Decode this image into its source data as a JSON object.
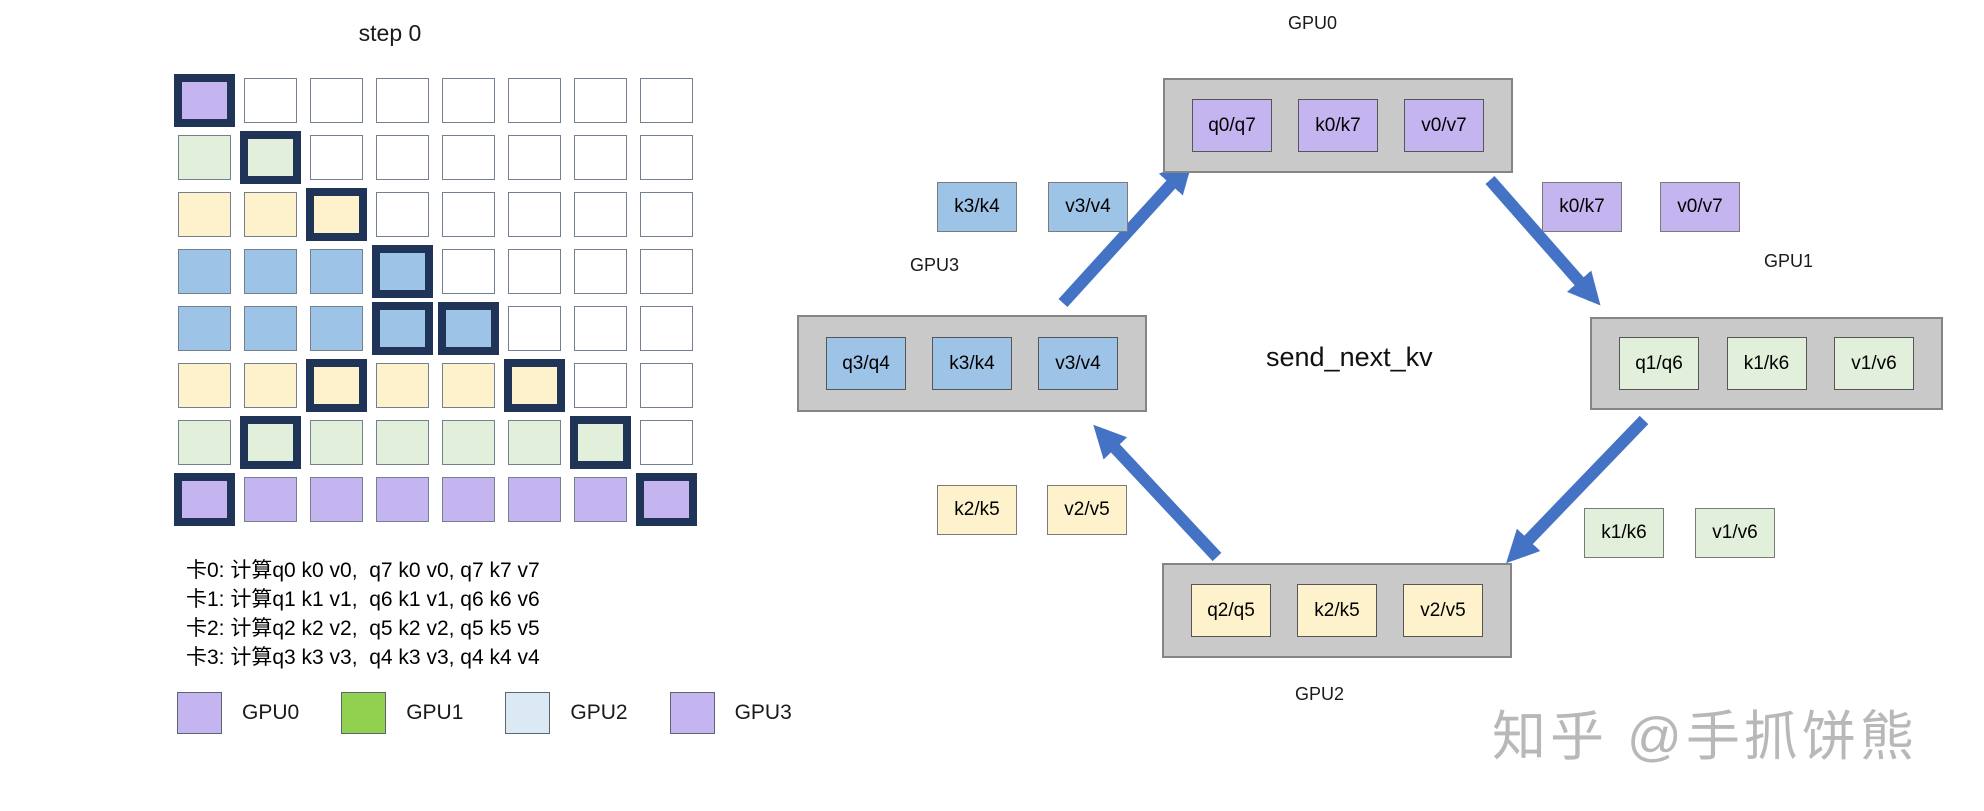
{
  "left": {
    "title": "step 0",
    "grid": {
      "colors": {
        "P": "#c4b5f0",
        "G": "#e2efda",
        "Y": "#fdf2cc",
        "B": "#9dc3e6",
        "W": "#ffffff"
      },
      "highlight_border": "#1f3456",
      "rows": [
        [
          "P!",
          "W",
          "W",
          "W",
          "W",
          "W",
          "W",
          "W"
        ],
        [
          "G",
          "G!",
          "W",
          "W",
          "W",
          "W",
          "W",
          "W"
        ],
        [
          "Y",
          "Y",
          "Y!",
          "W",
          "W",
          "W",
          "W",
          "W"
        ],
        [
          "B",
          "B",
          "B",
          "B!",
          "W",
          "W",
          "W",
          "W"
        ],
        [
          "B",
          "B",
          "B",
          "B!",
          "B!",
          "W",
          "W",
          "W"
        ],
        [
          "Y",
          "Y",
          "Y!",
          "Y",
          "Y",
          "Y!",
          "W",
          "W"
        ],
        [
          "G",
          "G!",
          "G",
          "G",
          "G",
          "G",
          "G!",
          "W"
        ],
        [
          "P!",
          "P",
          "P",
          "P",
          "P",
          "P",
          "P",
          "P!"
        ]
      ]
    },
    "notes": [
      "卡0: 计算q0 k0 v0,  q7 k0 v0, q7 k7 v7",
      "卡1: 计算q1 k1 v1,  q6 k1 v1, q6 k6 v6",
      "卡2: 计算q2 k2 v2,  q5 k2 v2, q5 k5 v5",
      "卡3: 计算q3 k3 v3,  q4 k3 v3, q4 k4 v4"
    ],
    "legend": [
      {
        "label": "GPU0",
        "color": "#c4b5f0"
      },
      {
        "label": "GPU1",
        "color": "#92d050"
      },
      {
        "label": "GPU2",
        "color": "#dbe9f4"
      },
      {
        "label": "GPU3",
        "color": "#c4b5f0"
      }
    ]
  },
  "ring": {
    "center_label": "send_next_kv",
    "arrow_color": "#4472c4",
    "gpus": [
      {
        "name": "GPU0",
        "chip_color": "#c4b5f0",
        "chips": [
          "q0/q7",
          "k0/k7",
          "v0/v7"
        ]
      },
      {
        "name": "GPU1",
        "chip_color": "#e2efda",
        "chips": [
          "q1/q6",
          "k1/k6",
          "v1/v6"
        ]
      },
      {
        "name": "GPU2",
        "chip_color": "#fdf2cc",
        "chips": [
          "q2/q5",
          "k2/k5",
          "v2/v5"
        ]
      },
      {
        "name": "GPU3",
        "chip_color": "#9dc3e6",
        "chips": [
          "q3/q4",
          "k3/k4",
          "v3/v4"
        ]
      }
    ],
    "in_flight": [
      {
        "color": "#9dc3e6",
        "labels": [
          "k3/k4",
          "v3/v4"
        ]
      },
      {
        "color": "#c4b5f0",
        "labels": [
          "k0/k7",
          "v0/v7"
        ]
      },
      {
        "color": "#e2efda",
        "labels": [
          "k1/k6",
          "v1/v6"
        ]
      },
      {
        "color": "#fdf2cc",
        "labels": [
          "k2/k5",
          "v2/v5"
        ]
      }
    ]
  },
  "watermark": "知乎 @手抓饼熊"
}
